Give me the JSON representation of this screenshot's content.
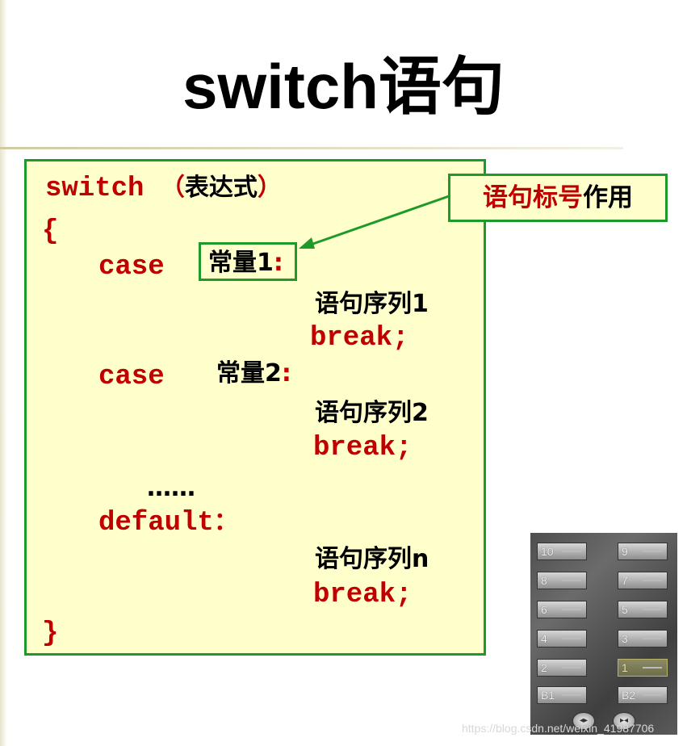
{
  "slide": {
    "title": "switch语句",
    "code": {
      "switch_kw": "switch",
      "switch_paren_open": "（",
      "switch_expr": "表达式",
      "switch_paren_close": "）",
      "brace_open": "{",
      "case1_kw": "case",
      "case1_label": "常量1",
      "case1_colon": ":",
      "stmt1": "语句序列1",
      "break1": "break;",
      "case2_kw": "case",
      "case2_label": "常量2",
      "case2_colon": ":",
      "stmt2": "语句序列2",
      "break2": "break;",
      "ellipsis": "……",
      "default_kw": "default",
      "default_colon": "：",
      "stmtn": "语句序列n",
      "breakn": "break;",
      "brace_close": "}"
    },
    "callout": {
      "highlight": "语句标号",
      "text": "作用"
    },
    "elevator_panel": {
      "buttons_left": [
        "10",
        "8",
        "6",
        "4",
        "2",
        "B1"
      ],
      "buttons_right": [
        "9",
        "7",
        "5",
        "3",
        "1",
        "B2"
      ],
      "lit_button": "1",
      "bottom_buttons": [
        "◂▸",
        "▸◂"
      ]
    },
    "watermark": "https://blog.csdn.net/weixin_41987706"
  },
  "colors": {
    "keyword": "#c00000",
    "box_border": "#1e9a2a",
    "box_fill": "#ffffcc"
  }
}
